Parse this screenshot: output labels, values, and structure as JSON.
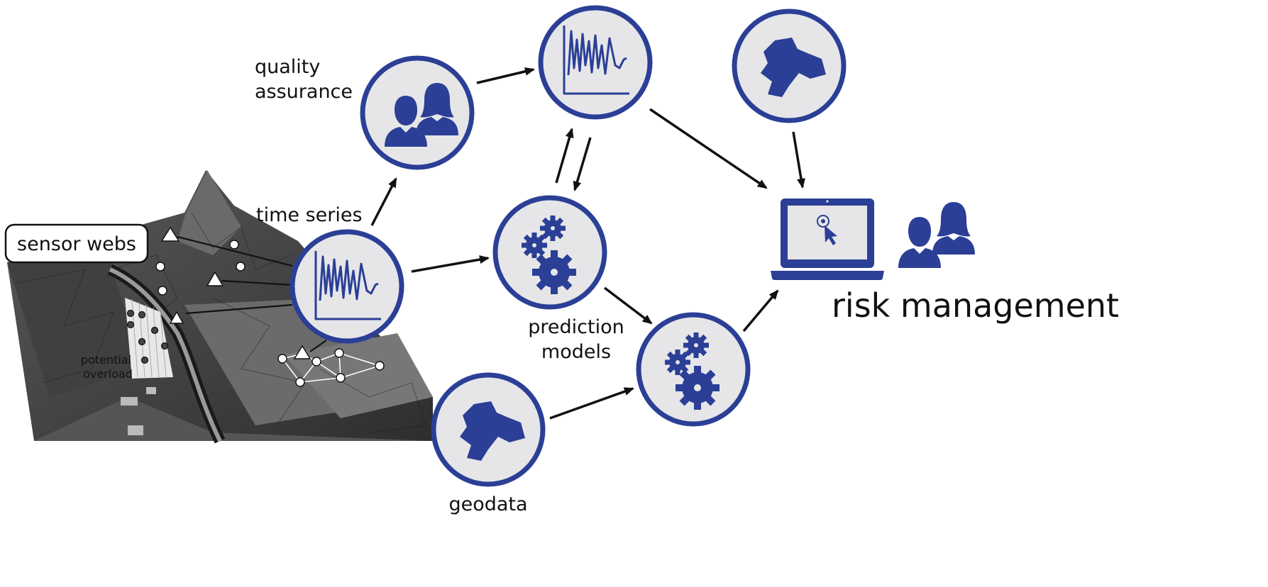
{
  "labels": {
    "sensor_webs": "sensor webs",
    "potential_overload": "potential\noverload",
    "quality_assurance_1": "quality",
    "quality_assurance_2": "assurance",
    "time_series": "time series",
    "prediction_models_1": "prediction",
    "prediction_models_2": "models",
    "geodata": "geodata",
    "risk_management": "risk management"
  },
  "colors": {
    "node_fill": "#e6e6e8",
    "accent": "#2b3f96",
    "arrow": "#111111",
    "terrain_dark": "#3a3a3a",
    "terrain_light": "#8c8c8c"
  },
  "icons": {
    "quality_assurance": "people-icon",
    "time_series_top": "chart-icon",
    "time_series_left": "chart-icon",
    "geodata_top": "map-region-icon",
    "geodata_bottom": "map-region-icon",
    "prediction_models_mid": "gears-icon",
    "prediction_models_low": "gears-icon",
    "risk_management": "laptop-icon",
    "risk_management_people": "people-icon"
  }
}
